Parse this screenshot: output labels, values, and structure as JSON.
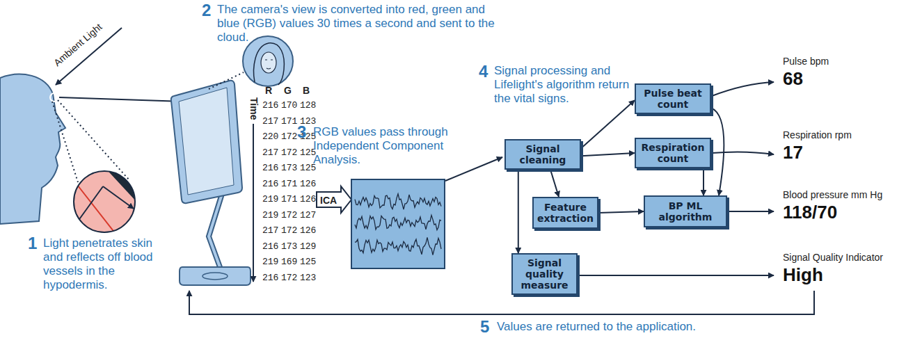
{
  "diagram": {
    "nodes": [
      {
        "text": [
          "Signal cleaning"
        ]
      },
      {
        "text": [
          "Pulse beat count"
        ]
      },
      {
        "text": [
          "Respiration count"
        ]
      },
      {
        "text": [
          "Feature extraction"
        ]
      },
      {
        "text": [
          "BP ML algorithm"
        ]
      },
      {
        "text": [
          "Signal quality measure"
        ]
      }
    ],
    "edges": [
      {
        "from": 0,
        "to": 1,
        "arrow": "to"
      },
      {
        "from": 0,
        "to": 2,
        "arrow": "to"
      },
      {
        "from": 0,
        "to": 3,
        "arrow": "to"
      },
      {
        "from": 0,
        "to": 5,
        "arrow": "to"
      },
      {
        "from": 3,
        "to": 4,
        "arrow": "to"
      },
      {
        "from": 1,
        "to": 4,
        "arrow": "to"
      },
      {
        "from": 2,
        "to": 4,
        "arrow": "to"
      }
    ],
    "labels": [
      "Ambient Light",
      "1",
      "Light penetrates skin and reflects off blood vessels in the hypodermis.",
      "2",
      "The camera's view is converted into red, green and blue (RGB) values 30 times a second and sent to the cloud.",
      "R",
      "G",
      "B",
      "Time",
      "216",
      "170",
      "128",
      "217",
      "171",
      "123",
      "220",
      "172",
      "125",
      "217",
      "172",
      "125",
      "216",
      "173",
      "125",
      "216",
      "171",
      "126",
      "219",
      "171",
      "126",
      "219",
      "172",
      "127",
      "217",
      "172",
      "126",
      "216",
      "173",
      "129",
      "219",
      "169",
      "125",
      "216",
      "172",
      "123",
      "3",
      "RGB values pass through Independent Component Analysis.",
      "ICA",
      "4",
      "Signal processing and Lifelight's algorithm return the vital signs.",
      "Pulse bpm",
      "68",
      "Respiration rpm",
      "17",
      "Blood pressure mm Hg",
      "118/70",
      "Signal Quality Indicator",
      "High",
      "5",
      "Values are returned to the application."
    ]
  }
}
